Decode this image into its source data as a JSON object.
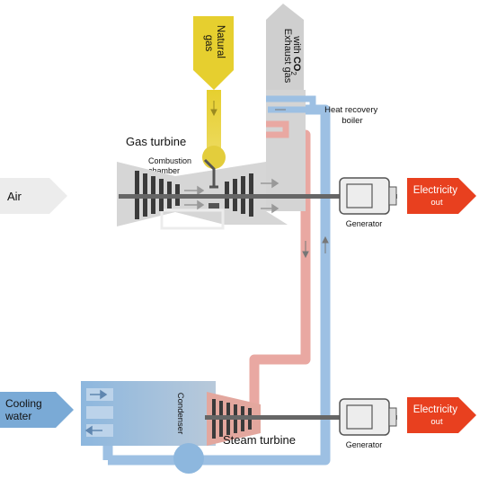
{
  "natural_gas": {
    "line1": "Natural",
    "line2": "gas",
    "color": "#e6cf2f"
  },
  "exhaust": {
    "line1": "Exhaust gas",
    "line2_prefix": "with ",
    "line2_chem": "CO",
    "line2_sub": "2",
    "color": "#cfcfcf"
  },
  "heat_recovery": {
    "line1": "Heat recovery",
    "line2": "boiler"
  },
  "gas_turbine": {
    "title": "Gas turbine",
    "chamber_line1": "Combustion",
    "chamber_line2": "chamber"
  },
  "air": {
    "label": "Air"
  },
  "cooling_water": {
    "line1": "Cooling",
    "line2": "water",
    "color": "#7aaad6"
  },
  "condenser": {
    "label": "Condenser"
  },
  "steam_turbine": {
    "title": "Steam turbine"
  },
  "generators": [
    {
      "label": "Generator"
    },
    {
      "label": "Generator"
    }
  ],
  "electricity": [
    {
      "line1": "Electricity",
      "line2": "out"
    },
    {
      "line1": "Electricity",
      "line2": "out"
    }
  ],
  "colors": {
    "electricity": "#e8401f",
    "steam_pipe": "#e9a8a2",
    "water_pipe": "#9dc0e3",
    "turbine": "#555555"
  }
}
